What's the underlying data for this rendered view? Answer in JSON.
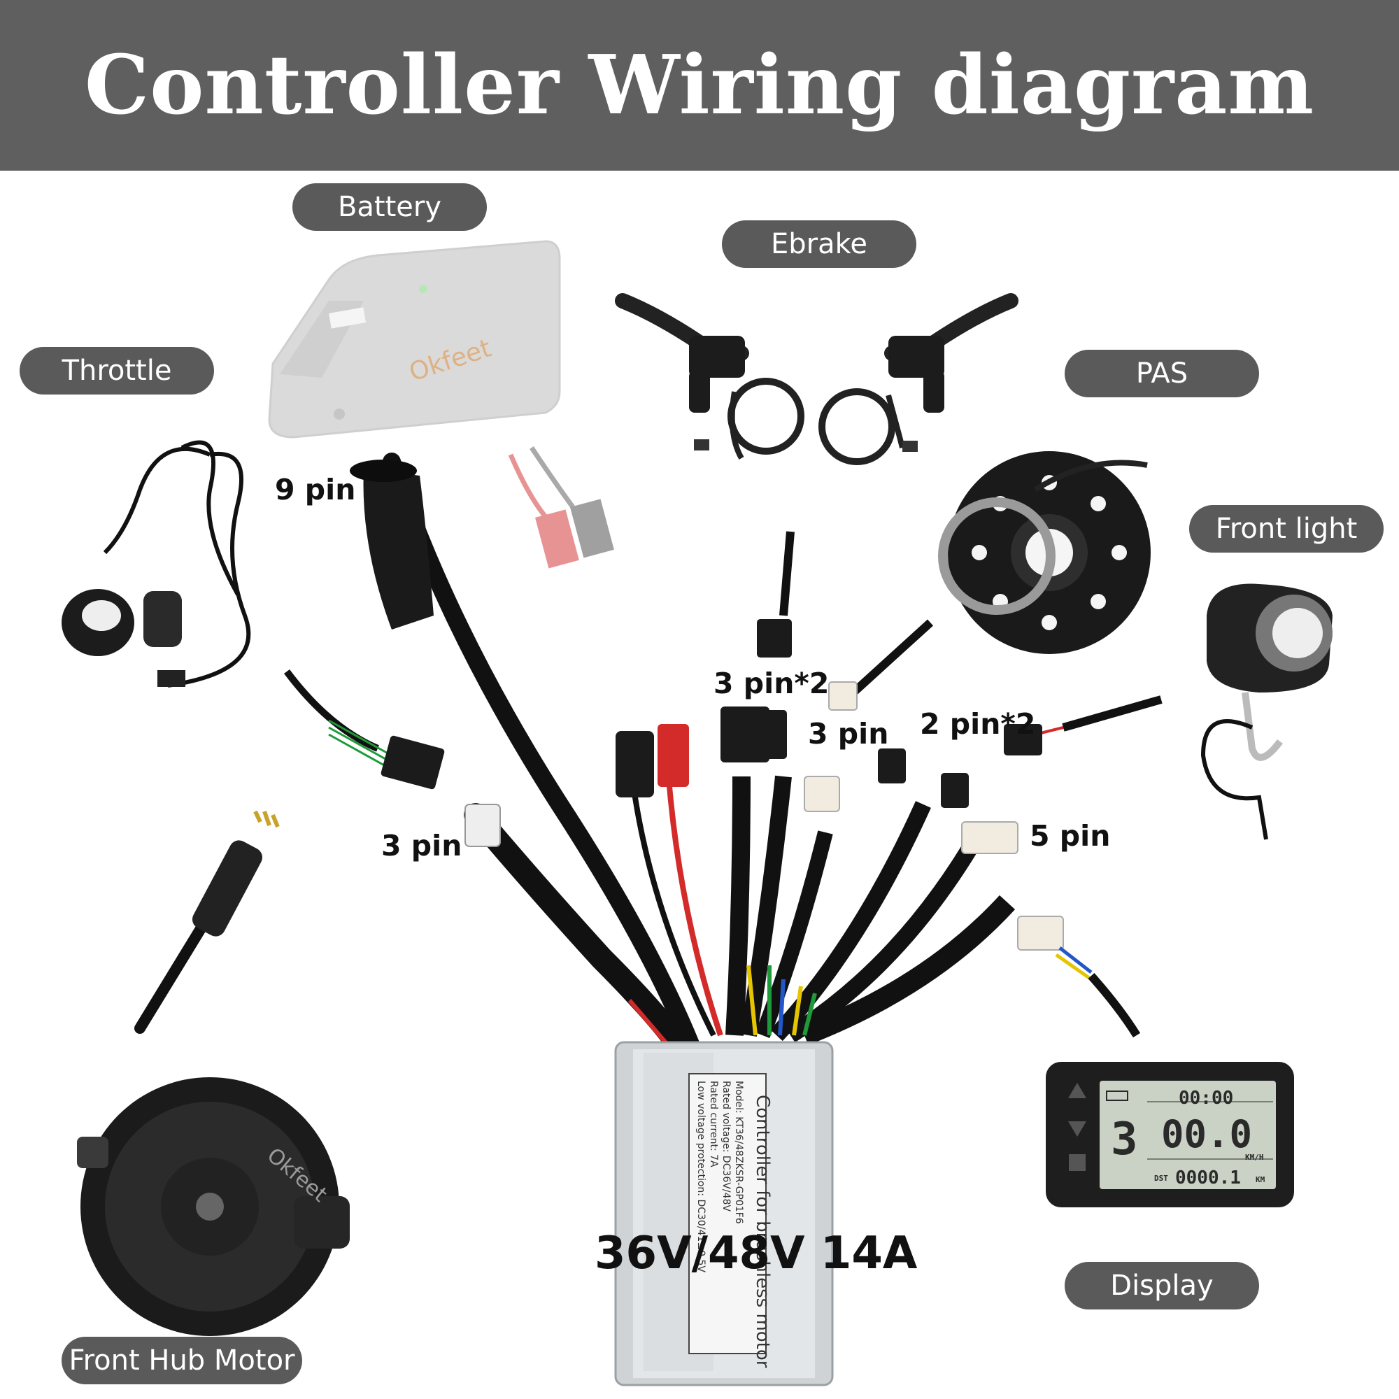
{
  "title": "Controller Wiring diagram",
  "labels": {
    "battery": "Battery",
    "ebrake": "Ebrake",
    "throttle": "Throttle",
    "pas": "PAS",
    "front_light": "Front light",
    "front_hub_motor": "Front Hub Motor",
    "display": "Display"
  },
  "pins": {
    "nine_pin": "9 pin",
    "three_pin_x2": "3 pin*2",
    "three_pin_upper": "3 pin",
    "two_pin_x2": "2 pin*2",
    "five_pin": "5 pin",
    "three_pin_left": "3 pin"
  },
  "controller": {
    "rating": "36V/48V 14A",
    "plate_title": "Controller for brushless motor",
    "plate_lines": [
      "Model: KT36/48ZKSR-GP01F6",
      "Rated voltage: DC36V/48V",
      "Rated current: 7A",
      "Low voltage protection: DC30/41±0.5V"
    ]
  },
  "brand": "Okfeet",
  "display_screen": {
    "clock": "00:00",
    "level": "3",
    "speed": "00.0",
    "speed_unit": "KM/H",
    "dst_label": "DST",
    "distance": "0000.1",
    "distance_unit": "KM"
  },
  "colors": {
    "header": "#5f5f5f",
    "pill": "#5a5a5a",
    "wire_red": "#d32a2a",
    "wire_yellow": "#e5c400",
    "wire_green": "#1f9a3a",
    "wire_blue": "#2456c8",
    "battery_faded": "#cfcfcf",
    "lcd_screen": "#c9d2c4"
  }
}
